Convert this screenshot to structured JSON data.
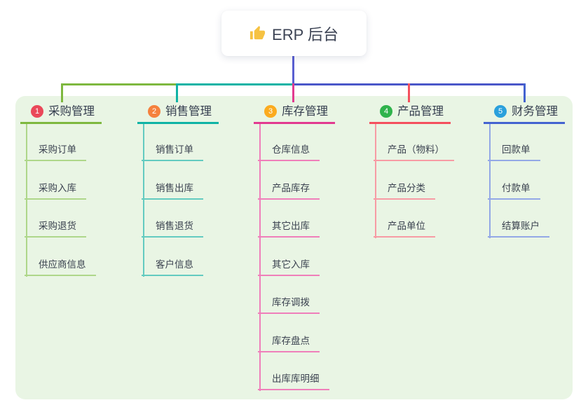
{
  "root": {
    "label": "ERP 后台",
    "icon": "thumbs-up-icon",
    "icon_color": "#f6c242"
  },
  "canvas": {
    "background": "#ffffff",
    "panel_background": "#e9f5e4"
  },
  "connectors": {
    "root_drop_color": "#5a5fd1",
    "bus_right_color": "#4a57c8"
  },
  "text_colors": {
    "topic": "#353e4f",
    "child": "#3b4250"
  },
  "branches": [
    {
      "num": "1",
      "label": "采购管理",
      "badge_color": "#ea4859",
      "line_color": "#7eb83f",
      "child_line_color": "#aed78a",
      "children": [
        "采购订单",
        "采购入库",
        "采购退货",
        "供应商信息"
      ]
    },
    {
      "num": "2",
      "label": "销售管理",
      "badge_color": "#f5813d",
      "line_color": "#10b3a5",
      "child_line_color": "#63cbc0",
      "children": [
        "销售订单",
        "销售出库",
        "销售退货",
        "客户信息"
      ]
    },
    {
      "num": "3",
      "label": "库存管理",
      "badge_color": "#fbab1f",
      "line_color": "#e23a90",
      "child_line_color": "#ef7fba",
      "children": [
        "仓库信息",
        "产品库存",
        "其它出库",
        "其它入库",
        "库存调拨",
        "库存盘点",
        "出库库明细"
      ]
    },
    {
      "num": "4",
      "label": "产品管理",
      "badge_color": "#2fb34c",
      "line_color": "#f4505e",
      "child_line_color": "#f79ba4",
      "children": [
        "产品（物料）",
        "产品分类",
        "产品单位"
      ]
    },
    {
      "num": "5",
      "label": "财务管理",
      "badge_color": "#2aa0dc",
      "line_color": "#4463d0",
      "child_line_color": "#93a8e6",
      "children": [
        "回款单",
        "付款单",
        "结算账户"
      ]
    }
  ]
}
